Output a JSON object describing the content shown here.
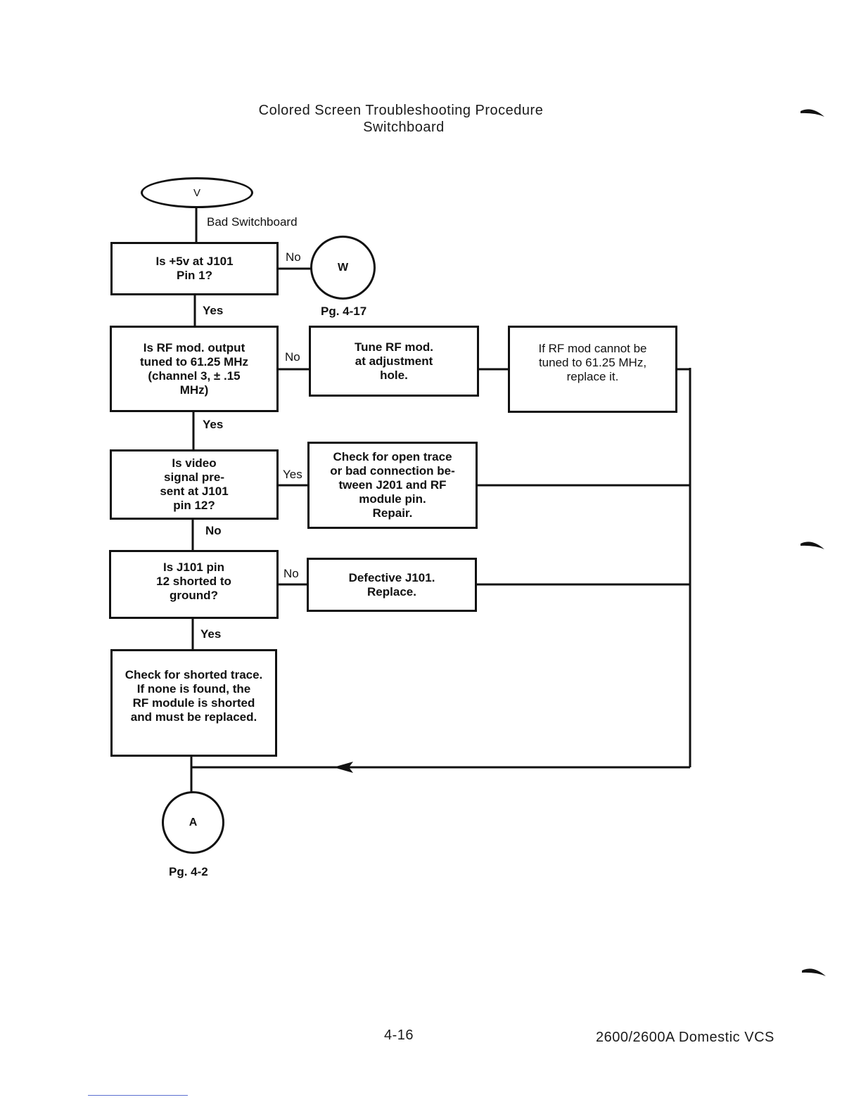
{
  "header": {
    "title_line1": "Colored Screen Troubleshooting Procedure",
    "title_line2": "Switchboard"
  },
  "flowchart": {
    "start_connector": "V",
    "start_label": "Bad Switchboard",
    "q1": "Is +5v at J101\nPin 1?",
    "q1_no": "No",
    "q1_yes": "Yes",
    "connector_w": "W",
    "connector_w_page": "Pg. 4-17",
    "q2": "Is RF mod. output\ntuned to 61.25 MHz\n(channel 3, ± .15\nMHz)",
    "q2_no": "No",
    "q2_yes": "Yes",
    "tune_box": "Tune RF mod.\nat adjustment\nhole.",
    "replace_rf_box": "If RF mod cannot be\ntuned to 61.25 MHz,\nreplace it.",
    "q3": "Is video\nsignal pre-\nsent at J101\npin 12?",
    "q3_yes": "Yes",
    "q3_no": "No",
    "check_open_box": "Check for open trace\nor bad connection be-\ntween J201 and RF\nmodule pin.\nRepair.",
    "q4": "Is J101 pin\n12 shorted to\nground?",
    "q4_no": "No",
    "q4_yes": "Yes",
    "defective_box": "Defective J101.\nReplace.",
    "shorted_box": "Check for shorted trace.\nIf none is found, the\nRF module is shorted\nand must be replaced.",
    "end_connector": "A",
    "end_connector_page": "Pg. 4-2"
  },
  "footer": {
    "page_number": "4-16",
    "product": "2600/2600A Domestic VCS"
  }
}
